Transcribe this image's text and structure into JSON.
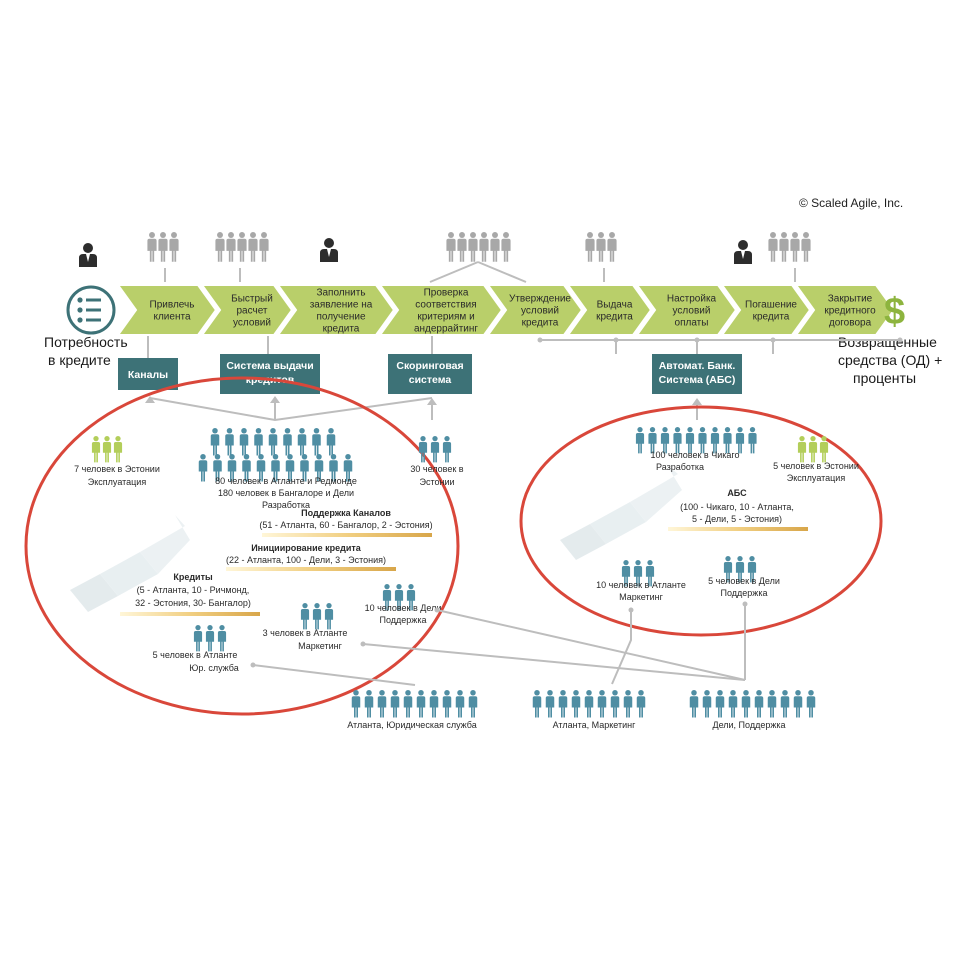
{
  "copyright": "© Scaled Agile,  Inc.",
  "start_label": [
    "Потребность",
    "в кредите"
  ],
  "end_label": [
    "Возвращенные",
    "средства (ОД) +",
    "проценты"
  ],
  "value_stream": [
    {
      "lines": [
        "Привлечь",
        "клиента"
      ]
    },
    {
      "lines": [
        "Быстрый",
        "расчет",
        "условий"
      ]
    },
    {
      "lines": [
        "Заполнить",
        "заявление на",
        "получение",
        "кредита"
      ]
    },
    {
      "lines": [
        "Проверка",
        "соответствия",
        "критериям и",
        "андеррайтинг"
      ]
    },
    {
      "lines": [
        "Утверждение",
        "условий",
        "кредита"
      ]
    },
    {
      "lines": [
        "Выдача",
        "кредита"
      ]
    },
    {
      "lines": [
        "Настройка",
        "условий",
        "оплаты"
      ]
    },
    {
      "lines": [
        "Погашение",
        "кредита"
      ]
    },
    {
      "lines": [
        "Закрытие",
        "кредитного",
        "договора"
      ]
    }
  ],
  "systems": [
    {
      "lines": [
        "Каналы"
      ]
    },
    {
      "lines": [
        "Система выдачи",
        "кредитов"
      ]
    },
    {
      "lines": [
        "Скоринговая",
        "система"
      ]
    },
    {
      "lines": [
        "Автомат. Банк.",
        "Система (АБС)"
      ]
    }
  ],
  "left_art": {
    "team_estonia_ops": [
      "7 человек в Эстонии",
      "Эксплуатация"
    ],
    "team_dev": [
      "80 человек в Атланте и Редмонде",
      "180 человек в Бангалоре и Дели",
      "Разработка"
    ],
    "team_estonia_30": [
      "30 человек в",
      "Эстонии"
    ],
    "art_channels": {
      "title": "Поддержка Каналов",
      "detail": "(51 - Атланта, 60 - Бангалор, 2 - Эстония)"
    },
    "art_origination": {
      "title": "Инициирование кредита",
      "detail": "(22 - Атланта, 100 - Дели, 3 - Эстония)"
    },
    "art_credits": {
      "title": "Кредиты",
      "detail": [
        "(5 - Атланта, 10 - Ричмонд,",
        "32 - Эстония, 30-  Бангалор)"
      ]
    },
    "team_delhi_support": [
      "10 человек в Дели",
      "Поддержка"
    ],
    "team_atl_marketing": [
      "3 человек в Атланте",
      "Маркетинг"
    ],
    "team_atl_legal": [
      "5 человек в Атланте",
      "Юр. служба"
    ]
  },
  "right_art": {
    "team_chicago": [
      "100 человек в Чикаго",
      "Разработка"
    ],
    "team_estonia_ops": [
      "5 человек в Эстонии",
      "Эксплуатация"
    ],
    "art_abs": {
      "title": "АБС",
      "detail": [
        "(100 - Чикаго, 10 - Атланта,",
        "5 - Дели, 5 - Эстония)"
      ]
    },
    "team_atl_marketing": [
      "10 человек в Атланте",
      "Маркетинг"
    ],
    "team_delhi_support": [
      "5 человек в Дели",
      "Поддержка"
    ]
  },
  "pools": [
    {
      "label": "Атланта, Юридическая служба"
    },
    {
      "label": "Атланта, Маркетинг"
    },
    {
      "label": "Дели, Поддержка"
    }
  ],
  "colors": {
    "stream_green": "#b9cf6a",
    "system_teal": "#3d7277",
    "person_blue": "#4f8ea3",
    "person_lightgreen": "#b3ce5a",
    "person_gray": "#a8a8a8",
    "ellipse_red": "#d9473a",
    "dollar_green": "#8db43e"
  }
}
